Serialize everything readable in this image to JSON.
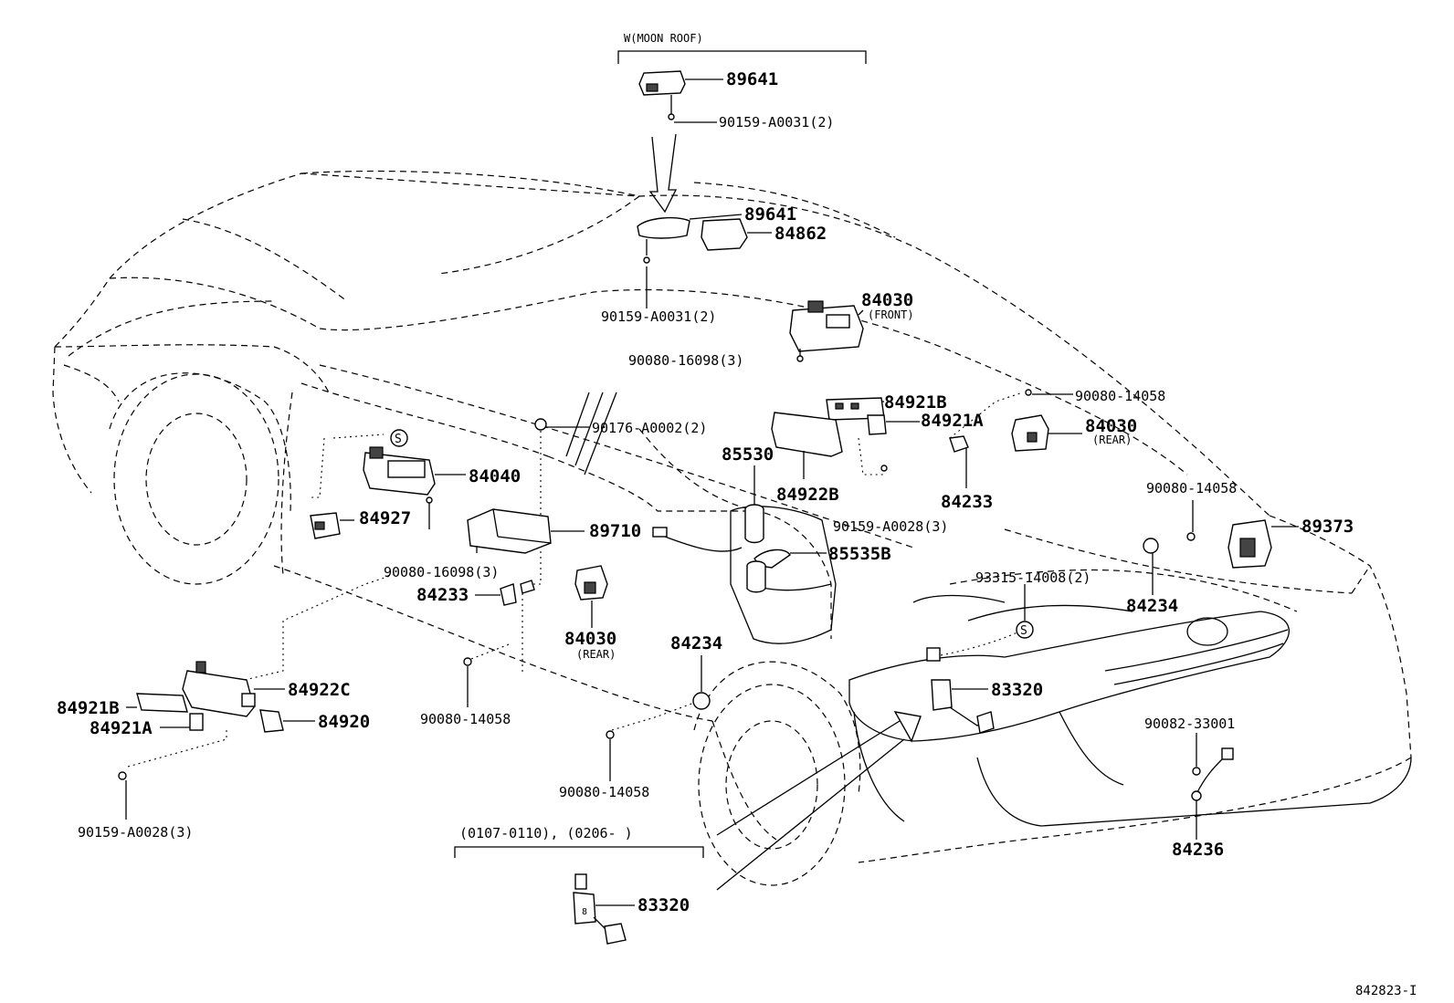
{
  "group_note": "W(MOON ROOF)",
  "date_range": "(0107-0110), (0206-      )",
  "diagram_code": "842823-I",
  "labels": {
    "p89641_top": "89641",
    "p90159_a0031_top": "90159-A0031(2)",
    "p89641": "89641",
    "p84862": "84862",
    "p90159_a0031": "90159-A0031(2)",
    "p84030_front": "84030",
    "front_note": "(FRONT)",
    "p90080_16098_a": "90080-16098(3)",
    "p84921b_r": "84921B",
    "p90080_14058_a": "90080-14058",
    "p84921a_r": "84921A",
    "p84030_rear_r": "84030",
    "rear_note_r": "(REAR)",
    "p90176": "90176-A0002(2)",
    "p85530": "85530",
    "p84922b": "84922B",
    "p84233_r": "84233",
    "p84040": "84040",
    "p90159_a0028_m": "90159-A0028(3)",
    "p90080_14058_b": "90080-14058",
    "p84927": "84927",
    "p89710": "89710",
    "p89373": "89373",
    "p85535b": "85535B",
    "p90080_16098_b": "90080-16098(3)",
    "p93315": "93315-14008(2)",
    "p84233_l": "84233",
    "p84234_r": "84234",
    "p84030_rear_m": "84030",
    "rear_note_m": "(REAR)",
    "p84234_m": "84234",
    "p84922c": "84922C",
    "p83320_r": "83320",
    "p84921b_l": "84921B",
    "p84921a_l": "84921A",
    "p84920": "84920",
    "p90080_14058_c": "90080-14058",
    "p90082": "90082-33001",
    "p90080_14058_d": "90080-14058",
    "p90159_a0028_l": "90159-A0028(3)",
    "p84236": "84236",
    "p83320_b": "83320",
    "s_mark_1": "S",
    "s_mark_2": "S"
  }
}
